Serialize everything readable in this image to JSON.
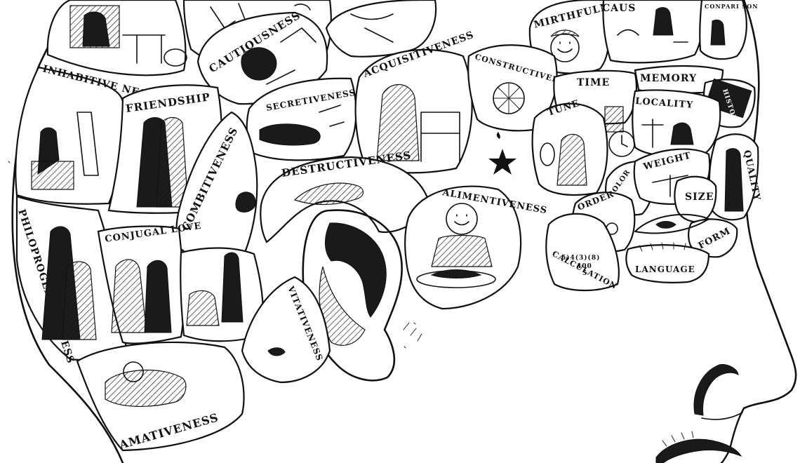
{
  "image": {
    "kind": "phrenology head diagram",
    "style": "black-and-white engraving",
    "ink_color": "#111111",
    "paper_color": "#ffffff"
  },
  "regions": [
    {
      "key": "cautiousness",
      "label": "CAUTIOUSNESS"
    },
    {
      "key": "mirthfulness",
      "label": "MIRTHFULNESS"
    },
    {
      "key": "causality",
      "label": "CAUS"
    },
    {
      "key": "comparison",
      "label": "CONPARI SON"
    },
    {
      "key": "inhabitiveness",
      "label": "INHABITIVE NESS"
    },
    {
      "key": "friendship",
      "label": "FRIENDSHIP"
    },
    {
      "key": "secretiveness",
      "label": "SECRETIVENESS"
    },
    {
      "key": "acquisitiveness",
      "label": "ACQUISITIVENESS"
    },
    {
      "key": "constructiveness",
      "label": "CONSTRUCTIVENESS"
    },
    {
      "key": "time",
      "label": "TIME"
    },
    {
      "key": "memory",
      "label": "MEMORY"
    },
    {
      "key": "history",
      "label": "HISTORY"
    },
    {
      "key": "locality",
      "label": "LOCALITY"
    },
    {
      "key": "tune",
      "label": "TUNE"
    },
    {
      "key": "weight",
      "label": "WEIGHT"
    },
    {
      "key": "color",
      "label": "COLOR"
    },
    {
      "key": "quality",
      "label": "QUALITY"
    },
    {
      "key": "size",
      "label": "SIZE"
    },
    {
      "key": "order",
      "label": "ORDER"
    },
    {
      "key": "form",
      "label": "FORM"
    },
    {
      "key": "calculation",
      "label": "CALCULATION"
    },
    {
      "key": "language",
      "label": "LANGUAGE"
    },
    {
      "key": "destructiveness",
      "label": "DESTRUCTIVENESS"
    },
    {
      "key": "alimentiveness",
      "label": "ALIMENTIVENESS"
    },
    {
      "key": "combitiveness",
      "label": "COMBITIVENESS"
    },
    {
      "key": "philoprogenitiveness",
      "label": "PHILOPROGENITIVENESS"
    },
    {
      "key": "conjugal_love",
      "label": "CONJUGAL LOVE"
    },
    {
      "key": "vitativeness",
      "label": "VITATIVENESS"
    },
    {
      "key": "amativeness",
      "label": "AMATIVENESS"
    }
  ],
  "calculation_figures": [
    "5)4(3)(8)",
    "400",
    "5"
  ]
}
